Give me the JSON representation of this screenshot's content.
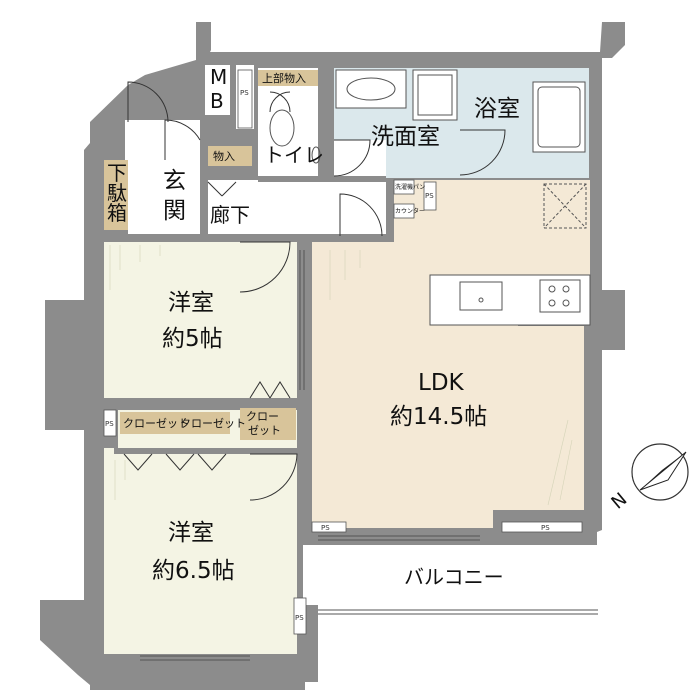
{
  "rooms": {
    "mb": {
      "line1": "M",
      "line2": "B"
    },
    "upper_storage": "上部物入",
    "toilet": "トイレ",
    "washroom": "洗面室",
    "bath": "浴室",
    "storage": "物入",
    "entrance": {
      "line1": "玄",
      "line2": "関"
    },
    "shoe_box": {
      "line1": "下",
      "line2": "駄",
      "line3": "箱"
    },
    "hallway": "廊下",
    "western1": {
      "line1": "洋室",
      "line2": "約5帖"
    },
    "ldk": {
      "line1": "LDK",
      "line2": "約14.5帖"
    },
    "closet_a": "クローゼット",
    "closet_b": "クローゼット",
    "closet_c": {
      "line1": "クロー",
      "line2": "ゼット"
    },
    "western2": {
      "line1": "洋室",
      "line2": "約6.5帖"
    },
    "balcony": "バルコニー",
    "washer_pan": "洗濯機パン",
    "counter": "カウンター"
  },
  "ps_label": "PS",
  "compass": {
    "letter": "N"
  },
  "colors": {
    "wall": "#8c8c8c",
    "western": "#f4f4e4",
    "ldk": "#f4e9d6",
    "wet": "#dbe8ec",
    "storage_label": "#d8c49a"
  }
}
